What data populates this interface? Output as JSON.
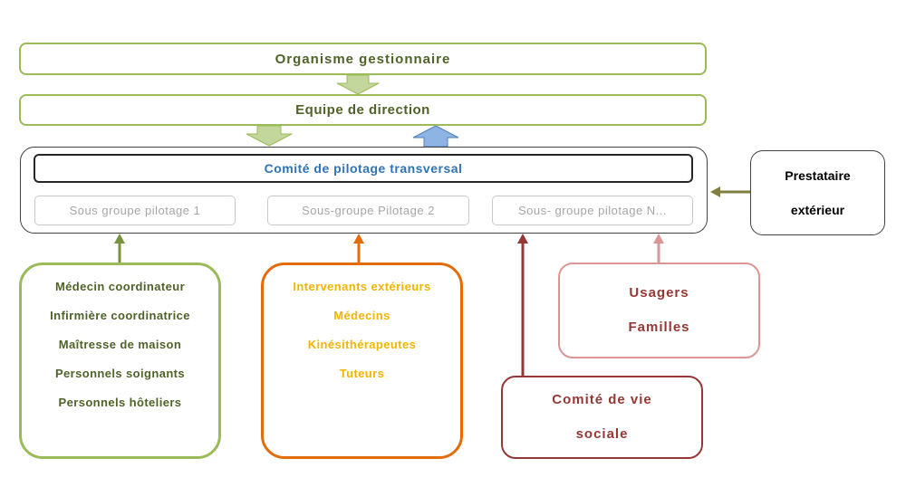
{
  "organisme": "Organisme gestionnaire",
  "direction": "Equipe de direction",
  "comite_pilotage": "Comité de pilotage transversal",
  "sous_groupes": [
    "Sous groupe pilotage 1",
    "Sous-groupe Pilotage 2",
    "Sous- groupe pilotage N..."
  ],
  "prestataire": [
    "Prestataire",
    "extérieur"
  ],
  "internes": [
    "Médecin coordinateur",
    "Infirmière coordinatrice",
    "Maîtresse de maison",
    "Personnels soignants",
    "Personnels hôteliers"
  ],
  "externes": [
    "Intervenants extérieurs",
    "Médecins",
    "Kinésithérapeutes",
    "Tuteurs"
  ],
  "usagers": [
    "Usagers",
    "Familles"
  ],
  "cvs": [
    "Comité de vie",
    "sociale"
  ],
  "colors": {
    "green": "#9bbb59",
    "dark_green": "#4f6228",
    "blue_text": "#2e74b5",
    "orange": "#e36c09",
    "yellow_text": "#f2b400",
    "dark_red": "#953735",
    "pink": "#d99694",
    "olive": "#7f7f3f",
    "light_green_arrow": "#c3d69b",
    "blue_arrow": "#8eb4e3"
  }
}
